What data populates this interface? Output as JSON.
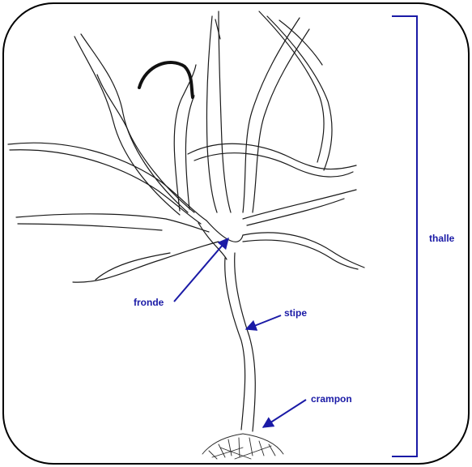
{
  "diagram": {
    "labels": {
      "fronde": "fronde",
      "stipe": "stipe",
      "crampon": "crampon",
      "thalle": "thalle"
    },
    "colors": {
      "label": "#1a1aa6",
      "ink": "#1a1a1a",
      "frame": "#000000"
    }
  }
}
